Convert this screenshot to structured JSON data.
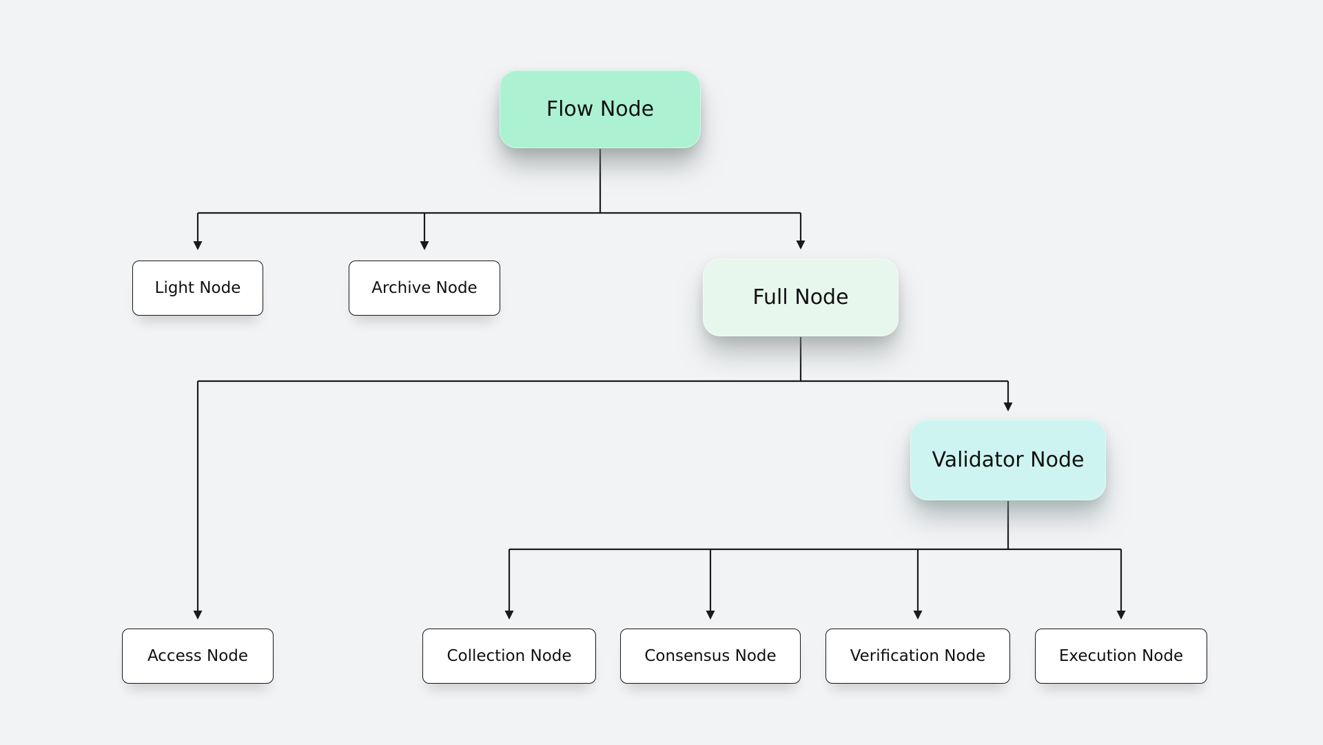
{
  "diagram": {
    "type": "flowchart",
    "colors": {
      "canvas_bg": "#F2F3F5",
      "flow_fill": "#ACF2D2",
      "full_fill": "#E8F7EE",
      "validator_fill": "#CDF4F1",
      "plain_fill": "#FFFFFF",
      "line": "#1A1A1A",
      "border": "#141414",
      "text": "#101010"
    },
    "nodes": [
      {
        "id": "flow",
        "label": "Flow Node",
        "level": 1,
        "variant": "accent-mint"
      },
      {
        "id": "light",
        "label": "Light Node",
        "level": 2,
        "variant": "plain"
      },
      {
        "id": "archive",
        "label": "Archive Node",
        "level": 2,
        "variant": "plain"
      },
      {
        "id": "full",
        "label": "Full Node",
        "level": 2,
        "variant": "accent-pale-mint"
      },
      {
        "id": "access",
        "label": "Access Node",
        "level": 3,
        "variant": "plain"
      },
      {
        "id": "validator",
        "label": "Validator Node",
        "level": 3,
        "variant": "accent-cyan"
      },
      {
        "id": "collection",
        "label": "Collection Node",
        "level": 4,
        "variant": "plain"
      },
      {
        "id": "consensus",
        "label": "Consensus Node",
        "level": 4,
        "variant": "plain"
      },
      {
        "id": "verification",
        "label": "Verification Node",
        "level": 4,
        "variant": "plain"
      },
      {
        "id": "execution",
        "label": "Execution Node",
        "level": 4,
        "variant": "plain"
      }
    ],
    "edges": [
      {
        "from": "flow",
        "to": "light"
      },
      {
        "from": "flow",
        "to": "archive"
      },
      {
        "from": "flow",
        "to": "full"
      },
      {
        "from": "full",
        "to": "access"
      },
      {
        "from": "full",
        "to": "validator"
      },
      {
        "from": "validator",
        "to": "collection"
      },
      {
        "from": "validator",
        "to": "consensus"
      },
      {
        "from": "validator",
        "to": "verification"
      },
      {
        "from": "validator",
        "to": "execution"
      }
    ]
  }
}
